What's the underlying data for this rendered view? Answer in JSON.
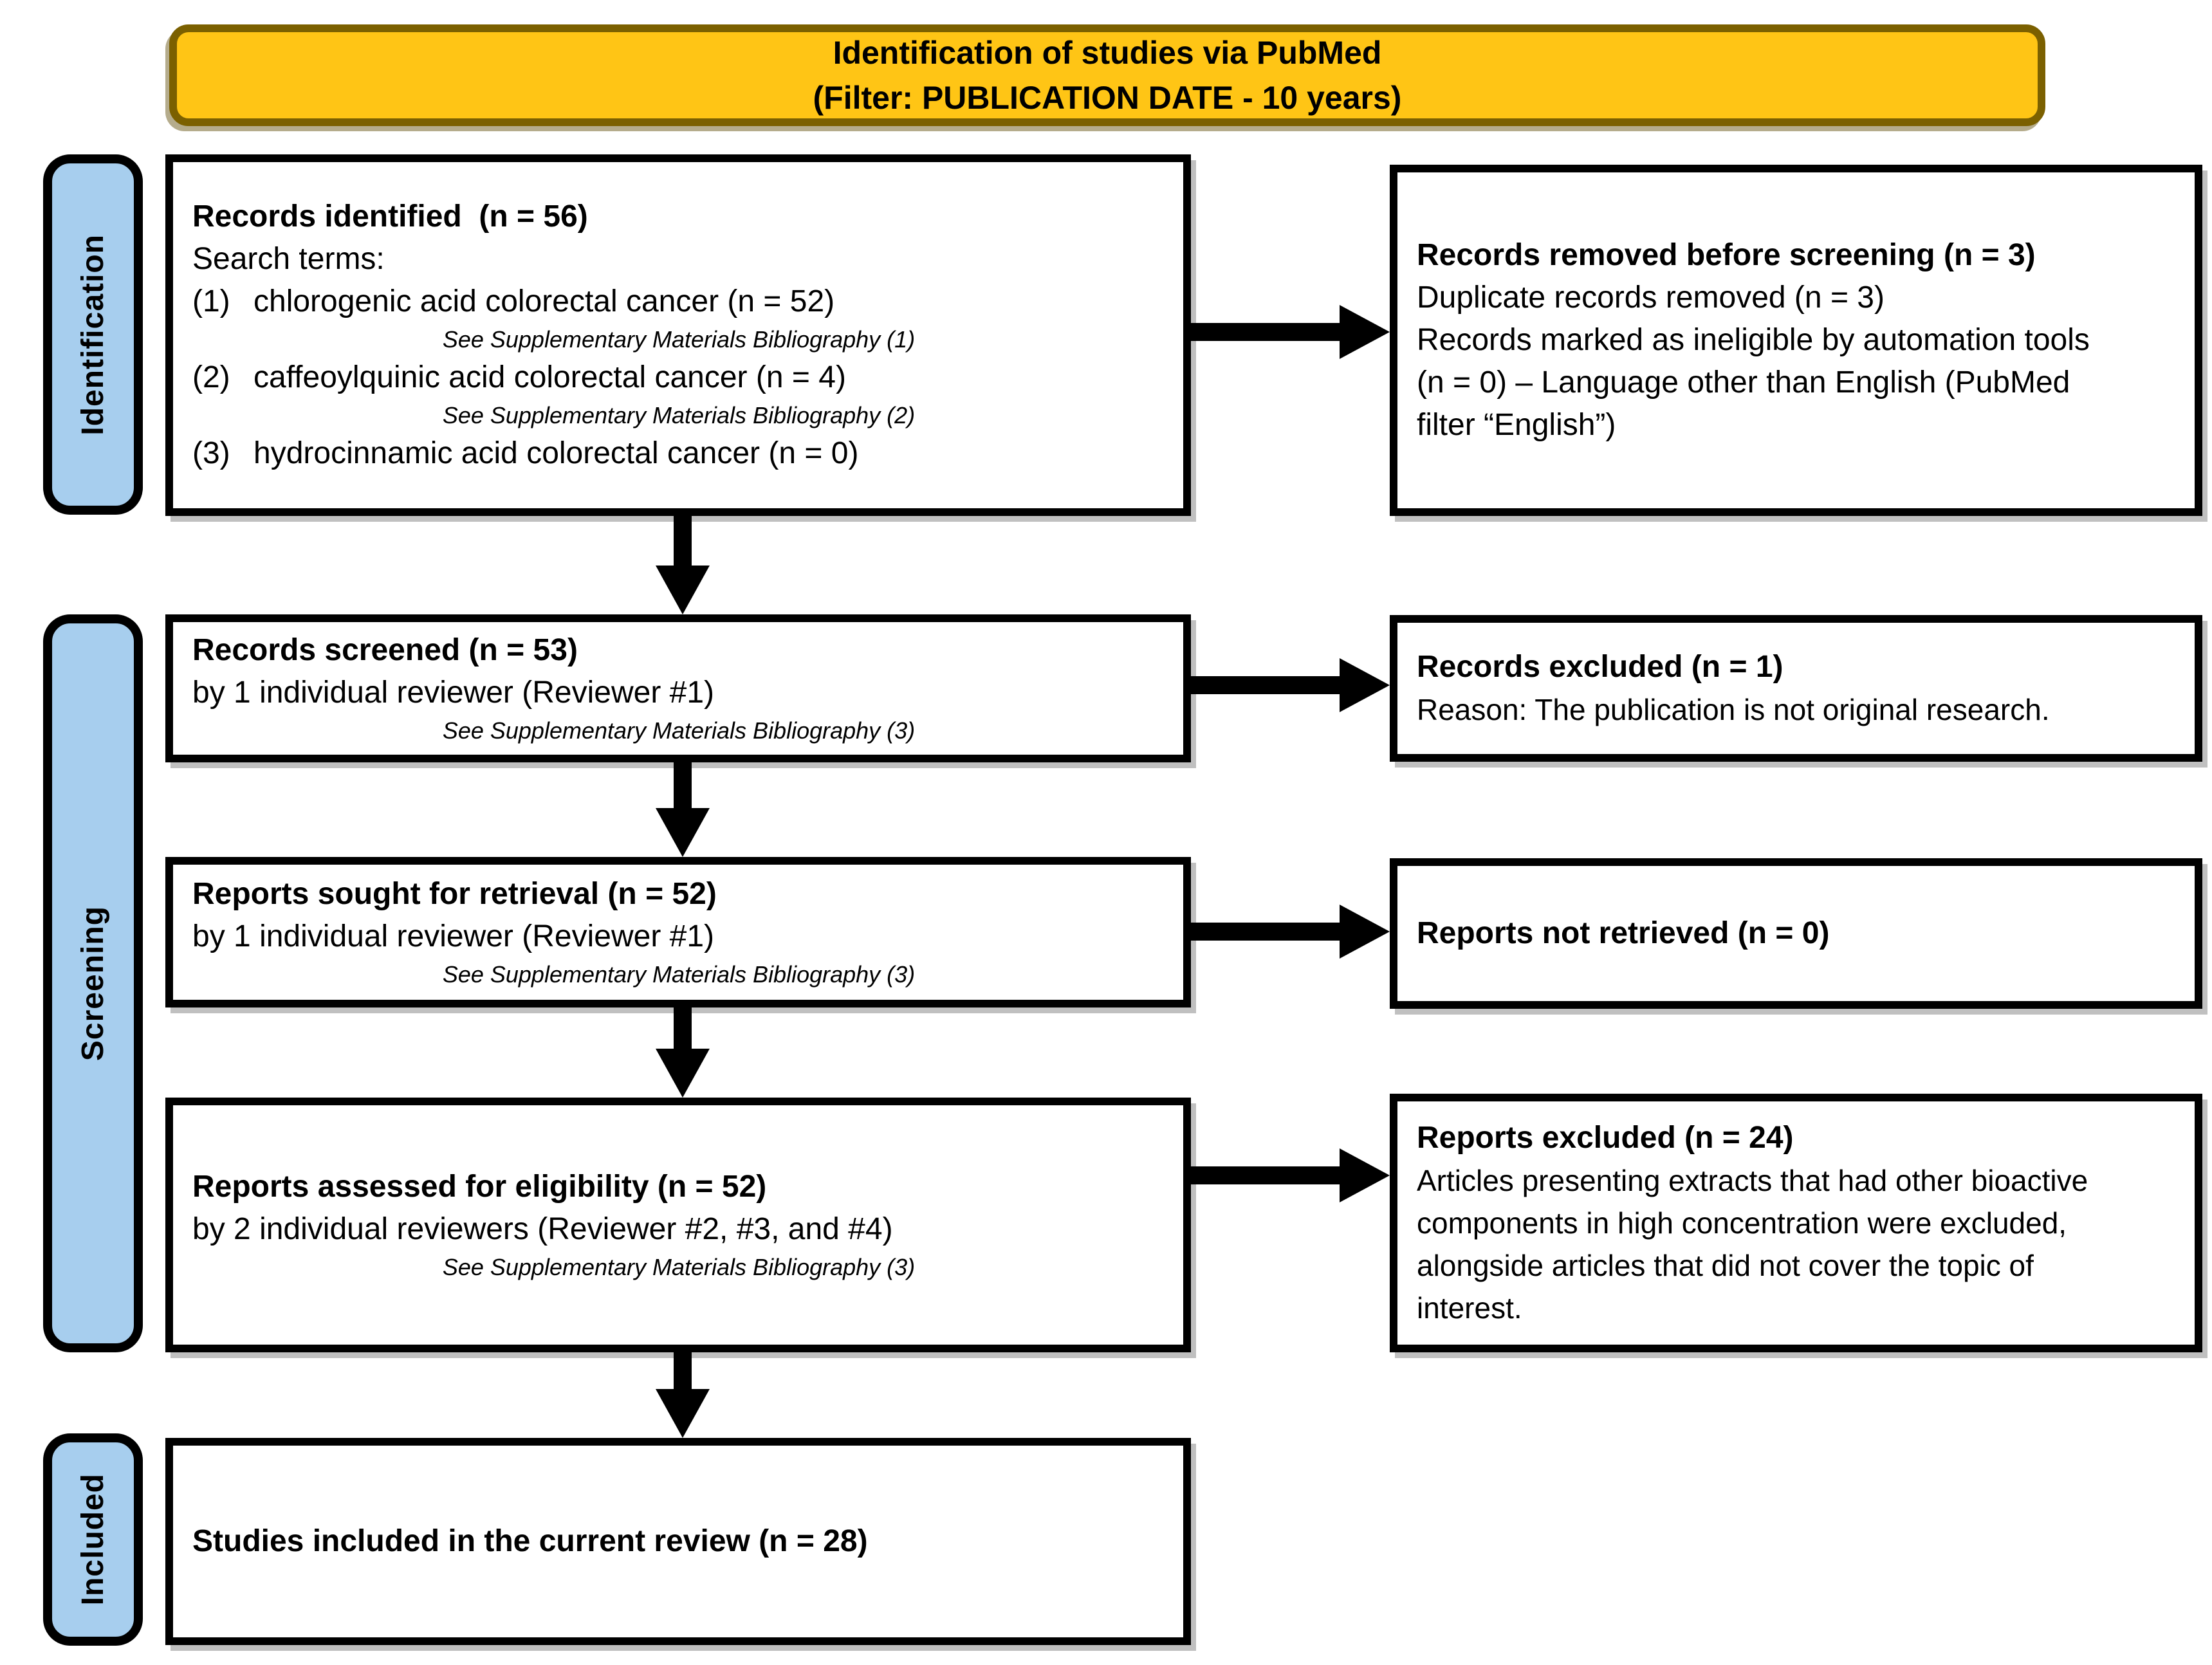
{
  "header": {
    "line1": "Identification of studies via PubMed",
    "line2": "(Filter: PUBLICATION DATE - 10 years)"
  },
  "stages": {
    "identification": "Identification",
    "screening": "Screening",
    "included": "Included"
  },
  "colors": {
    "header_fill": "#FFC515",
    "header_border": "#7B6000",
    "stage_fill": "#A7CEEE",
    "box_border": "#000000"
  },
  "boxes": {
    "records_identified": {
      "heading": "Records identified  (n = 56)",
      "subheading": "Search terms:",
      "items": [
        {
          "num": "(1)",
          "text": "chlorogenic acid colorectal cancer (n = 52)",
          "note": "See Supplementary Materials Bibliography (1)"
        },
        {
          "num": "(2)",
          "text": "caffeoylquinic acid colorectal cancer (n = 4)",
          "note": "See Supplementary Materials Bibliography (2)"
        },
        {
          "num": "(3)",
          "text": "hydrocinnamic acid colorectal cancer (n = 0)"
        }
      ]
    },
    "records_removed": {
      "heading": "Records removed before screening (n = 3)",
      "body": "Duplicate records removed (n = 3)\nRecords marked as ineligible by automation tools\n(n = 0) – Language other than English (PubMed\nfilter “English”)"
    },
    "records_screened": {
      "heading": "Records screened (n = 53)",
      "line": "by 1 individual reviewer (Reviewer #1)",
      "note": "See Supplementary Materials Bibliography (3)"
    },
    "records_excluded": {
      "heading": "Records excluded (n = 1)",
      "body": "Reason: The publication is not original research."
    },
    "reports_sought": {
      "heading": "Reports sought for retrieval (n = 52)",
      "line": "by 1 individual reviewer (Reviewer #1)",
      "note": "See Supplementary Materials Bibliography (3)"
    },
    "reports_not_retrieved": {
      "heading": "Reports not retrieved (n = 0)"
    },
    "reports_assessed": {
      "heading": "Reports assessed for eligibility (n = 52)",
      "line": "by 2 individual reviewers (Reviewer #2, #3, and #4)",
      "note": "See Supplementary Materials Bibliography (3)"
    },
    "reports_excluded": {
      "heading": "Reports excluded (n = 24)",
      "body": "Articles presenting extracts that had other bioactive\ncomponents in high concentration were excluded,\nalongside articles that did not cover the topic of\ninterest."
    },
    "studies_included": {
      "heading": "Studies included in the current review (n = 28)"
    }
  }
}
